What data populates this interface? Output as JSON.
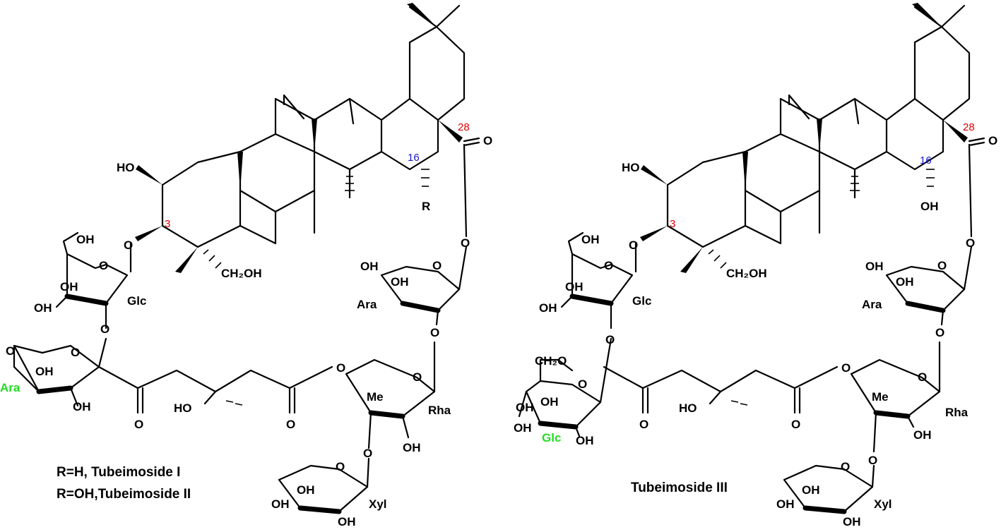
{
  "structures": [
    {
      "id": "left",
      "position_numbers": [
        "3",
        "16",
        "28"
      ],
      "labels": {
        "HO_top": "HO",
        "R": "R",
        "CH2OH": "CH₂OH",
        "glc_OH": "OH",
        "Glc": "Glc",
        "Ara_right": "Ara",
        "Ara_left": "Ara",
        "Rha": "Rha",
        "Me": "Me",
        "Xyl": "Xyl",
        "O": "O",
        "HO": "HO",
        "OH": "OH"
      },
      "captions": [
        "R=H, Tubeimoside I",
        "R=OH,Tubeimoside II"
      ],
      "highlight_sugar": "Ara"
    },
    {
      "id": "right",
      "position_numbers": [
        "3",
        "16",
        "28"
      ],
      "labels": {
        "HO_top": "HO",
        "OH16": "OH",
        "CH2OH": "CH₂OH",
        "CH2O": "CH₂O",
        "Glc": "Glc",
        "Ara_right": "Ara",
        "Glc_left": "Glc",
        "Rha": "Rha",
        "Me": "Me",
        "Xyl": "Xyl",
        "O": "O",
        "HO": "HO",
        "OH": "OH"
      },
      "captions": [
        "Tubeimoside III"
      ],
      "highlight_sugar": "Glc"
    }
  ],
  "colors": {
    "bond": "#000000",
    "position_red": "#e00000",
    "position_blue": "#1a1ad0",
    "highlight_green": "#22dd22"
  }
}
